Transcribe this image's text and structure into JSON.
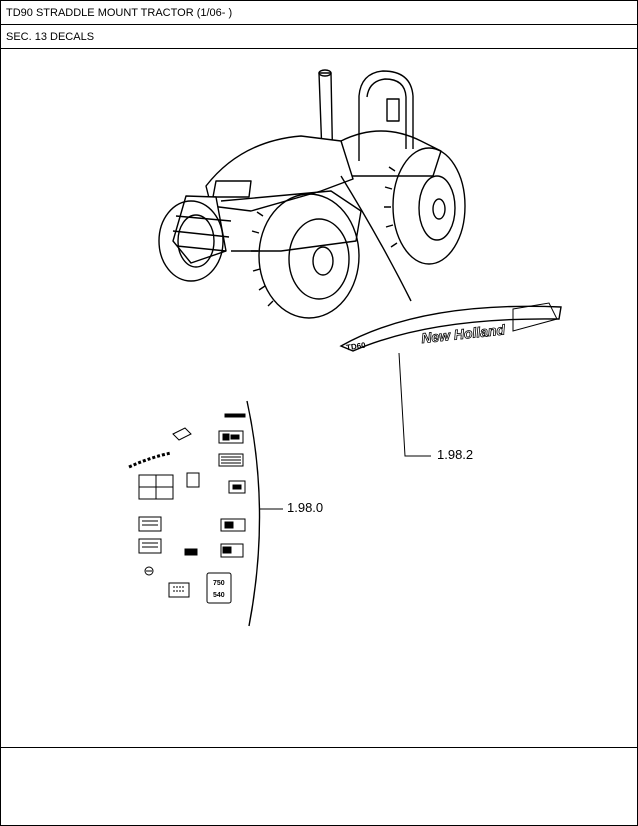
{
  "header": {
    "title": "TD90 STRADDLE MOUNT TRACTOR (1/06- )",
    "section": "SEC. 13 DECALS"
  },
  "drawing": {
    "callouts": [
      {
        "ref": "1.98.2"
      },
      {
        "ref": "1.98.0"
      }
    ],
    "hood_decal": {
      "brand": "New Holland",
      "model": "TD60"
    },
    "gauge_decal": {
      "upper": "750",
      "lower": "540"
    }
  }
}
